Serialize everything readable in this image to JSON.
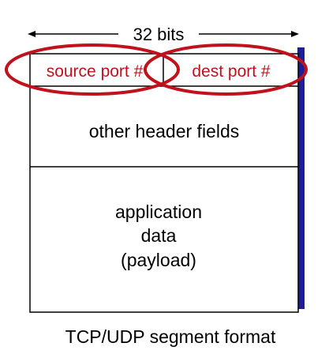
{
  "width_label": "32 bits",
  "fields": {
    "source_port": "source port #",
    "dest_port": "dest port #",
    "other_header": "other header fields",
    "app_data": [
      "application",
      "data",
      "(payload)"
    ]
  },
  "caption": "TCP/UDP segment format",
  "colors": {
    "highlight_red": "#c0121c",
    "shadow_blue": "#1d1d9a",
    "line": "#000000",
    "text": "#000000"
  }
}
